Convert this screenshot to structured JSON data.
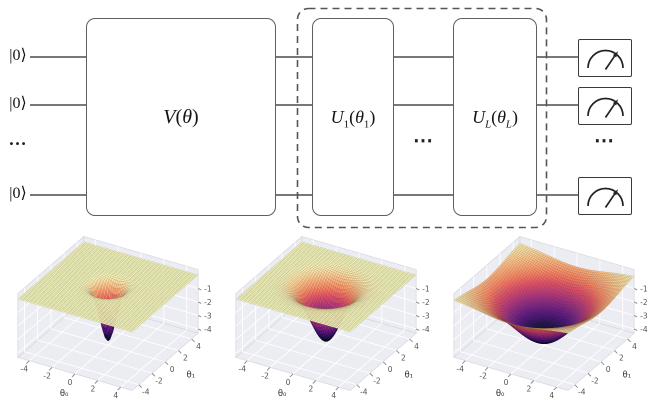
{
  "circuit": {
    "qubit_labels": [
      "|0⟩",
      "|0⟩",
      "…",
      "|0⟩"
    ],
    "v_gate_label": [
      {
        "v": "V",
        "i": 1
      },
      {
        "v": "("
      },
      {
        "v": "θ",
        "i": 1
      },
      {
        "v": ")"
      }
    ],
    "u1_gate_label": [
      {
        "v": "U",
        "i": 1
      },
      {
        "v": "1",
        "sub": 1
      },
      {
        "v": "("
      },
      {
        "v": "θ",
        "i": 1
      },
      {
        "v": "1",
        "sub": 1
      },
      {
        "v": ")"
      }
    ],
    "uL_gate_label": [
      {
        "v": "U",
        "i": 1
      },
      {
        "v": "L",
        "sub": 1,
        "i": 1
      },
      {
        "v": "("
      },
      {
        "v": "θ",
        "i": 1
      },
      {
        "v": "L",
        "sub": 1,
        "i": 1
      },
      {
        "v": ")"
      }
    ],
    "gate_dots": "⋯",
    "meter_dots": "⋯"
  },
  "chart_data": [
    {
      "type": "surface",
      "title": "",
      "xlabel": "θ₀",
      "ylabel": "θ₁",
      "x_range": [
        -5,
        5
      ],
      "y_range": [
        -5,
        5
      ],
      "z_range": [
        -4,
        0
      ],
      "x_ticks": [
        -4,
        -2,
        0,
        2,
        4
      ],
      "y_ticks": [
        -4,
        -2,
        0,
        2,
        4
      ],
      "z_ticks": [
        -1,
        -2,
        -3,
        -4
      ],
      "surface": "gaussian_well",
      "function": "z = -depth * exp(-(x²+y²)/(2σ²))",
      "well_depth": 4,
      "well_sigma": 0.6
    },
    {
      "type": "surface",
      "title": "",
      "xlabel": "θ₀",
      "ylabel": "θ₁",
      "x_range": [
        -5,
        5
      ],
      "y_range": [
        -5,
        5
      ],
      "z_range": [
        -4,
        0
      ],
      "x_ticks": [
        -4,
        -2,
        0,
        2,
        4
      ],
      "y_ticks": [
        -4,
        -2,
        0,
        2,
        4
      ],
      "z_ticks": [
        -1,
        -2,
        -3,
        -4
      ],
      "surface": "gaussian_well",
      "function": "z = -depth * exp(-(x²+y²)/(2σ²))",
      "well_depth": 4,
      "well_sigma": 1.2
    },
    {
      "type": "surface",
      "title": "",
      "xlabel": "θ₀",
      "ylabel": "θ₁",
      "x_range": [
        -5,
        5
      ],
      "y_range": [
        -5,
        5
      ],
      "z_range": [
        -4,
        0
      ],
      "x_ticks": [
        -4,
        -2,
        0,
        2,
        4
      ],
      "y_ticks": [
        -4,
        -2,
        0,
        2,
        4
      ],
      "z_ticks": [
        -1,
        -2,
        -3,
        -4
      ],
      "surface": "gaussian_well",
      "function": "z = -depth * exp(-(x²+y²)/(2σ²))",
      "well_depth": 4,
      "well_sigma": 2.6
    }
  ],
  "chart_style": {
    "colormap": "magma",
    "colormap_stops": [
      [
        0.0,
        [
          0,
          0,
          4
        ]
      ],
      [
        0.13,
        [
          28,
          16,
          68
        ]
      ],
      [
        0.25,
        [
          79,
          18,
          123
        ]
      ],
      [
        0.38,
        [
          129,
          37,
          129
        ]
      ],
      [
        0.5,
        [
          181,
          54,
          122
        ]
      ],
      [
        0.63,
        [
          229,
          80,
          100
        ]
      ],
      [
        0.75,
        [
          251,
          135,
          97
        ]
      ],
      [
        0.88,
        [
          254,
          194,
          135
        ]
      ],
      [
        1.0,
        [
          252,
          253,
          191
        ]
      ]
    ],
    "pane_color": "rgba(234,234,242,0.9)",
    "pane_edge_color": "#d9d9e3",
    "grid_color": "#ffffff",
    "tick_color": "#555555"
  }
}
